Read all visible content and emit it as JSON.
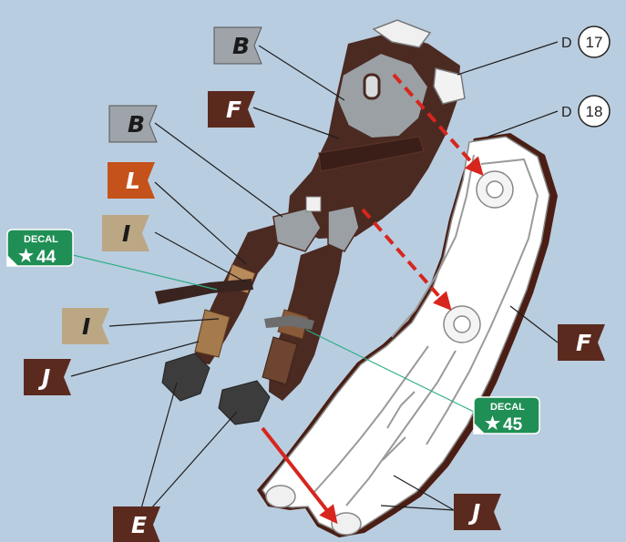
{
  "callouts": {
    "b_top": "B",
    "f_top": "F",
    "b_mid": "B",
    "l": "L",
    "i_upper": "I",
    "i_lower": "I",
    "j_left": "J",
    "e": "E",
    "f_right": "F",
    "j_right": "J"
  },
  "parts": {
    "d17_letter": "D",
    "d17_number": "17",
    "d18_letter": "D",
    "d18_number": "18"
  },
  "decals": {
    "left": {
      "label": "DECAL",
      "number": "44"
    },
    "right": {
      "label": "DECAL",
      "number": "45"
    }
  },
  "colors": {
    "background": "#b9cde0",
    "flag_gray": "#9ea4a9",
    "flag_brown": "#5b2a1e",
    "flag_orange": "#c4521a",
    "flag_tan": "#bba784",
    "decal_green": "#1f8f55",
    "arrow_red": "#d7261e",
    "suit_brown": "#4b2a22",
    "armor_gray": "#9aa0a4"
  }
}
